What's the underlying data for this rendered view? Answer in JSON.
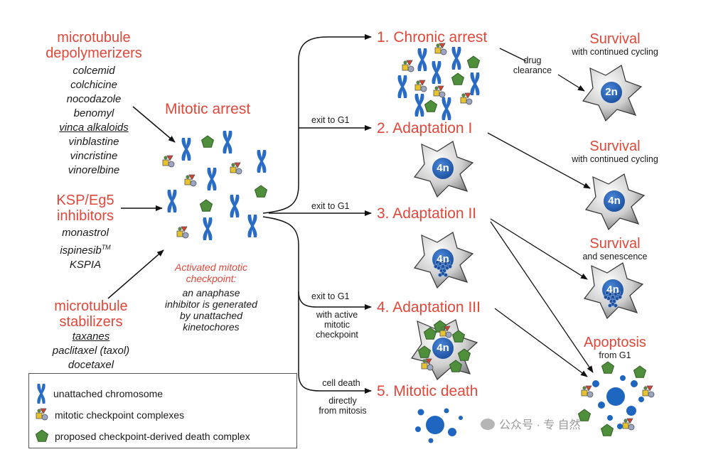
{
  "left": {
    "depolymerizers": {
      "title": [
        "microtubule",
        "depolymerizers"
      ],
      "drugs": [
        "colcemid",
        "colchicine",
        "nocodazole",
        "benomyl",
        "vinca alkaloids",
        "vinblastine",
        "vincristine",
        "vinorelbine"
      ]
    },
    "ksp": {
      "title": [
        "KSP/Eg5",
        "inhibitors"
      ],
      "drugs": [
        "monastrol",
        "ispinesib",
        "KSPIA"
      ],
      "tm": "TM"
    },
    "stabilizers": {
      "title": [
        "microtubule",
        "stabilizers"
      ],
      "drugs": [
        "taxanes",
        "paclitaxel (taxol)",
        "docetaxel"
      ]
    }
  },
  "center": {
    "title": "Mitotic arrest",
    "checkpoint_title": [
      "Activated mitotic",
      "checkpoint:"
    ],
    "checkpoint_text": [
      "an anaphase",
      "inhibitor is generated",
      "by unattached",
      "kinetochores"
    ]
  },
  "legend": {
    "items": [
      "unattached chromosome",
      "mitotic checkpoint complexes",
      "proposed checkpoint-derived death complex"
    ]
  },
  "outcomes": {
    "o1": "1. Chronic arrest",
    "o2": "2. Adaptation I",
    "o3": "3. Adaptation II",
    "o4": "4. Adaptation III",
    "o5": "5. Mitotic death"
  },
  "edge_labels": {
    "exit1": "exit to G1",
    "exit2": "exit to G1",
    "exit3": "exit to G1",
    "active": [
      "with active",
      "mitotic",
      "checkpoint"
    ],
    "death": [
      "cell death",
      "directly",
      "from mitosis"
    ],
    "drug": [
      "drug",
      "clearance"
    ]
  },
  "fates": {
    "s1_title": "Survival",
    "s1_sub": "with continued cycling",
    "s2_title": "Survival",
    "s2_sub": "with continued cycling",
    "s3_title": "Survival",
    "s3_sub": "and senescence",
    "apop_title": "Apoptosis",
    "apop_sub": "from G1"
  },
  "cells": {
    "n2": "2n",
    "n4": "4n"
  },
  "watermark": "公众号 · 专  自然",
  "colors": {
    "red": "#e2473a",
    "blue": "#2a6cc4",
    "green": "#4f8f3b",
    "dark_blue": "#1f4f9a"
  }
}
